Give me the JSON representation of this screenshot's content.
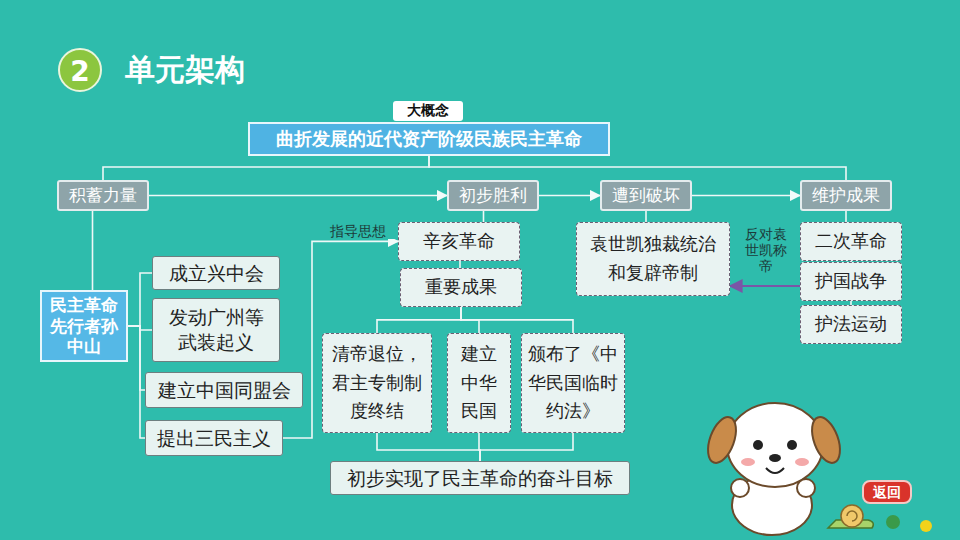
{
  "diagram": {
    "title": "单元架构",
    "nodes": [
      {
        "text": [
          "大概念"
        ]
      },
      {
        "text": [
          "曲折发展的近代资产阶级民族民主革命"
        ]
      },
      {
        "text": [
          "积蓄力量"
        ]
      },
      {
        "text": [
          "初步胜利"
        ]
      },
      {
        "text": [
          "遭到破坏"
        ]
      },
      {
        "text": [
          "维护成果"
        ]
      },
      {
        "text": [
          "民主革命先行者孙中山"
        ]
      },
      {
        "text": [
          "成立兴中会"
        ]
      },
      {
        "text": [
          "发动广州等武装起义"
        ]
      },
      {
        "text": [
          "建立中国同盟会"
        ]
      },
      {
        "text": [
          "提出三民主义"
        ]
      },
      {
        "text": [
          "辛亥革命"
        ]
      },
      {
        "text": [
          "重要成果"
        ]
      },
      {
        "text": [
          "清帝退位，君主专制制度终结"
        ]
      },
      {
        "text": [
          "建立中华民国"
        ]
      },
      {
        "text": [
          "颁布了《中华民国临时约法》"
        ]
      },
      {
        "text": [
          "初步实现了民主革命的奋斗目标"
        ]
      },
      {
        "text": [
          "袁世凯独裁统治和复辟帝制"
        ]
      },
      {
        "text": [
          "二次革命"
        ]
      },
      {
        "text": [
          "护国战争"
        ]
      },
      {
        "text": [
          "护法运动"
        ]
      }
    ],
    "edges": [
      {
        "from": 1,
        "to": 2,
        "arrow": "none"
      },
      {
        "from": 1,
        "to": 5,
        "arrow": "none"
      },
      {
        "from": 2,
        "to": 3,
        "arrow": "to"
      },
      {
        "from": 3,
        "to": 4,
        "arrow": "to"
      },
      {
        "from": 4,
        "to": 5,
        "arrow": "to"
      },
      {
        "from": 2,
        "to": 6,
        "arrow": "none"
      },
      {
        "from": 6,
        "to": 7,
        "arrow": "none"
      },
      {
        "from": 6,
        "to": 8,
        "arrow": "none"
      },
      {
        "from": 6,
        "to": 9,
        "arrow": "none"
      },
      {
        "from": 6,
        "to": 10,
        "arrow": "none"
      },
      {
        "from": 10,
        "to": 11,
        "label": "指导思想",
        "arrow": "to"
      },
      {
        "from": 3,
        "to": 11,
        "arrow": "none"
      },
      {
        "from": 11,
        "to": 12,
        "arrow": "none"
      },
      {
        "from": 12,
        "to": 13,
        "arrow": "none"
      },
      {
        "from": 12,
        "to": 14,
        "arrow": "none"
      },
      {
        "from": 12,
        "to": 15,
        "arrow": "none"
      },
      {
        "from": 13,
        "to": 16,
        "arrow": "none"
      },
      {
        "from": 14,
        "to": 16,
        "arrow": "none"
      },
      {
        "from": 15,
        "to": 16,
        "arrow": "none"
      },
      {
        "from": 4,
        "to": 17,
        "arrow": "none"
      },
      {
        "from": 5,
        "to": 18,
        "arrow": "none"
      },
      {
        "from": 18,
        "to": 19,
        "arrow": "none"
      },
      {
        "from": 19,
        "to": 20,
        "arrow": "none"
      },
      {
        "from": 19,
        "to": 17,
        "label": "反对袁世凯称帝",
        "arrow": "to"
      }
    ],
    "labels": [
      "2",
      "返回"
    ]
  }
}
